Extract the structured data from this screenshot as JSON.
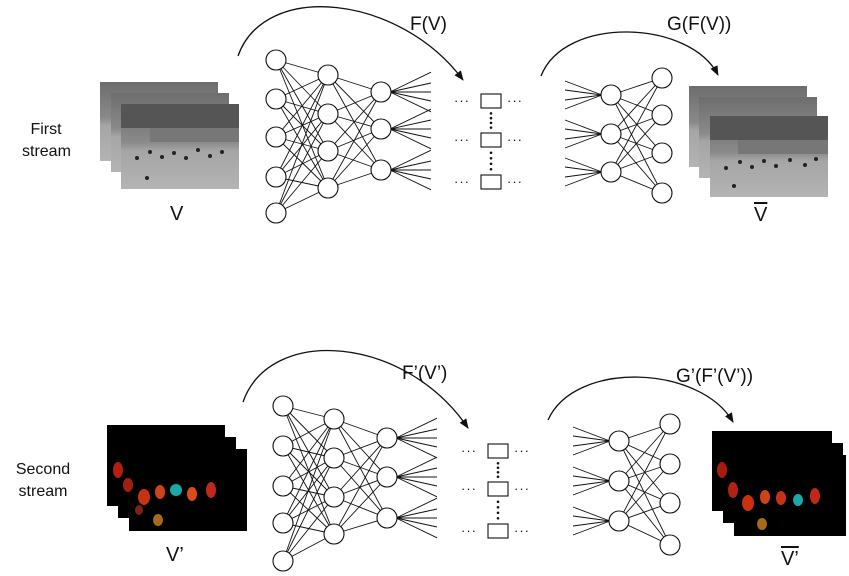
{
  "streams": [
    {
      "label_line1": "First",
      "label_line2": "stream",
      "input_label": "V",
      "output_label": "V",
      "encoder_label": "F(V)",
      "decoder_label": "G(F(V))",
      "frame_style": "grayscale video frames"
    },
    {
      "label_line1": "Second",
      "label_line2": "stream",
      "input_label": "V’",
      "output_label": "V’",
      "encoder_label": "F’(V’)",
      "decoder_label": "G’(F’(V’))",
      "frame_style": "optical-flow frames on black"
    }
  ],
  "ellipsis": "···",
  "colors": {
    "line": "#111111",
    "node_fill": "#ffffff",
    "flow_bg": "#000000",
    "gray_frame": "#8c8c8c"
  }
}
